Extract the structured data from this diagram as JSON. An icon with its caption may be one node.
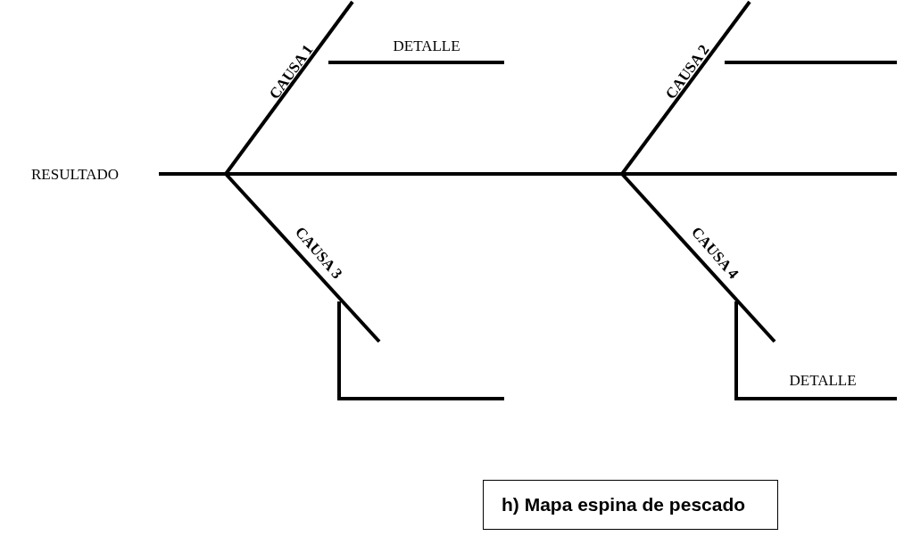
{
  "diagram": {
    "caption": "h) Mapa espina de pescado",
    "labels": [
      "DETALLE",
      "CAUSA 1",
      "CAUSA 2",
      "RESULTADO",
      "CAUSA 3",
      "CAUSA 4",
      "DETALLE"
    ]
  }
}
